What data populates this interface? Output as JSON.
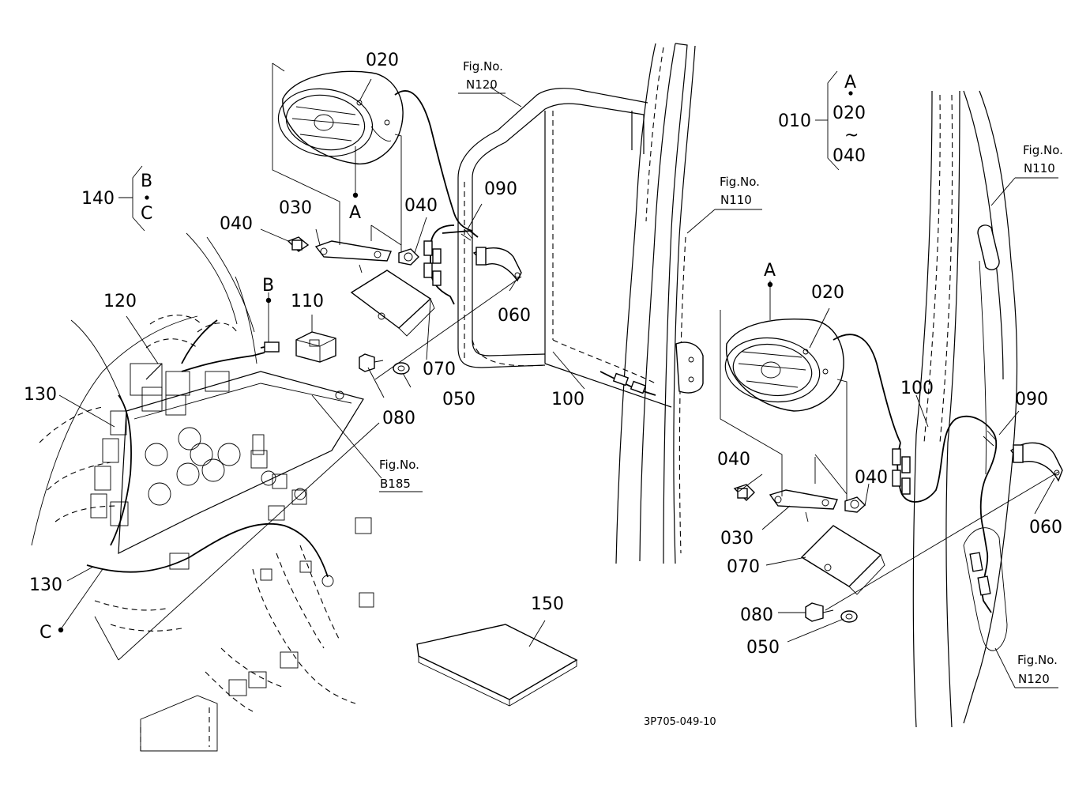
{
  "callouts": {
    "p020a": "020",
    "p030a": "030",
    "p040a": "040",
    "p040b": "040",
    "p050a": "050",
    "p060a": "060",
    "p070a": "070",
    "p080a": "080",
    "p090a": "090",
    "p100a": "100",
    "p110": "110",
    "p120": "120",
    "p130a": "130",
    "p130b": "130",
    "p140": "140",
    "p150": "150",
    "p010": "010",
    "p020b": "020",
    "p030b": "030",
    "p040c": "040",
    "p040d": "040",
    "p050b": "050",
    "p060b": "060",
    "p070b": "070",
    "p080b": "080",
    "p090b": "090",
    "p100b": "100"
  },
  "markers": {
    "a_top": "A",
    "a_right": "A",
    "b": "B",
    "c": "C",
    "group140_b": "B",
    "group140_c": "C",
    "group010_a": "A",
    "group010_020": "020",
    "group010_040": "040",
    "tilde": "~"
  },
  "figure_refs": {
    "fig1_title": "Fig.No.",
    "fig1_no": "N120",
    "fig2_title": "Fig.No.",
    "fig2_no": "N110",
    "fig3_title": "Fig.No.",
    "fig3_no": "N110",
    "fig4_title": "Fig.No.",
    "fig4_no": "B185",
    "fig5_title": "Fig.No.",
    "fig5_no": "N120"
  },
  "drawing_code": "3P705-049-10"
}
